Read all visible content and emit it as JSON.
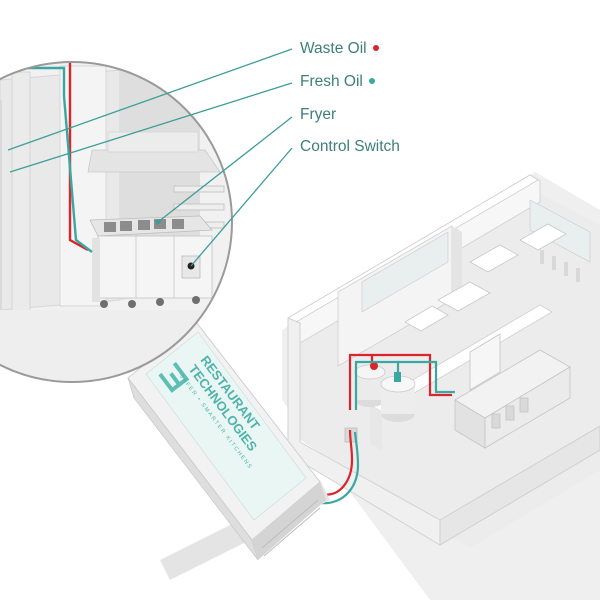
{
  "legend": {
    "items": [
      {
        "label": "Waste Oil",
        "dot_color": "#d9252b"
      },
      {
        "label": "Fresh Oil",
        "dot_color": "#3aa7a2"
      },
      {
        "label": "Fryer",
        "dot_color": null
      },
      {
        "label": "Control Switch",
        "dot_color": null
      }
    ]
  },
  "truck": {
    "brand_line1": "RESTAURANT",
    "brand_line2": "TECHNOLOGIES",
    "tagline": "SAFER • SMARTER KITCHENS"
  },
  "colors": {
    "waste_oil_line": "#d9252b",
    "fresh_oil_line": "#3aa7a2",
    "leader_line": "#3d9e99",
    "label_text": "#3d7e7c",
    "truck_panel": "#e9f6f3"
  }
}
